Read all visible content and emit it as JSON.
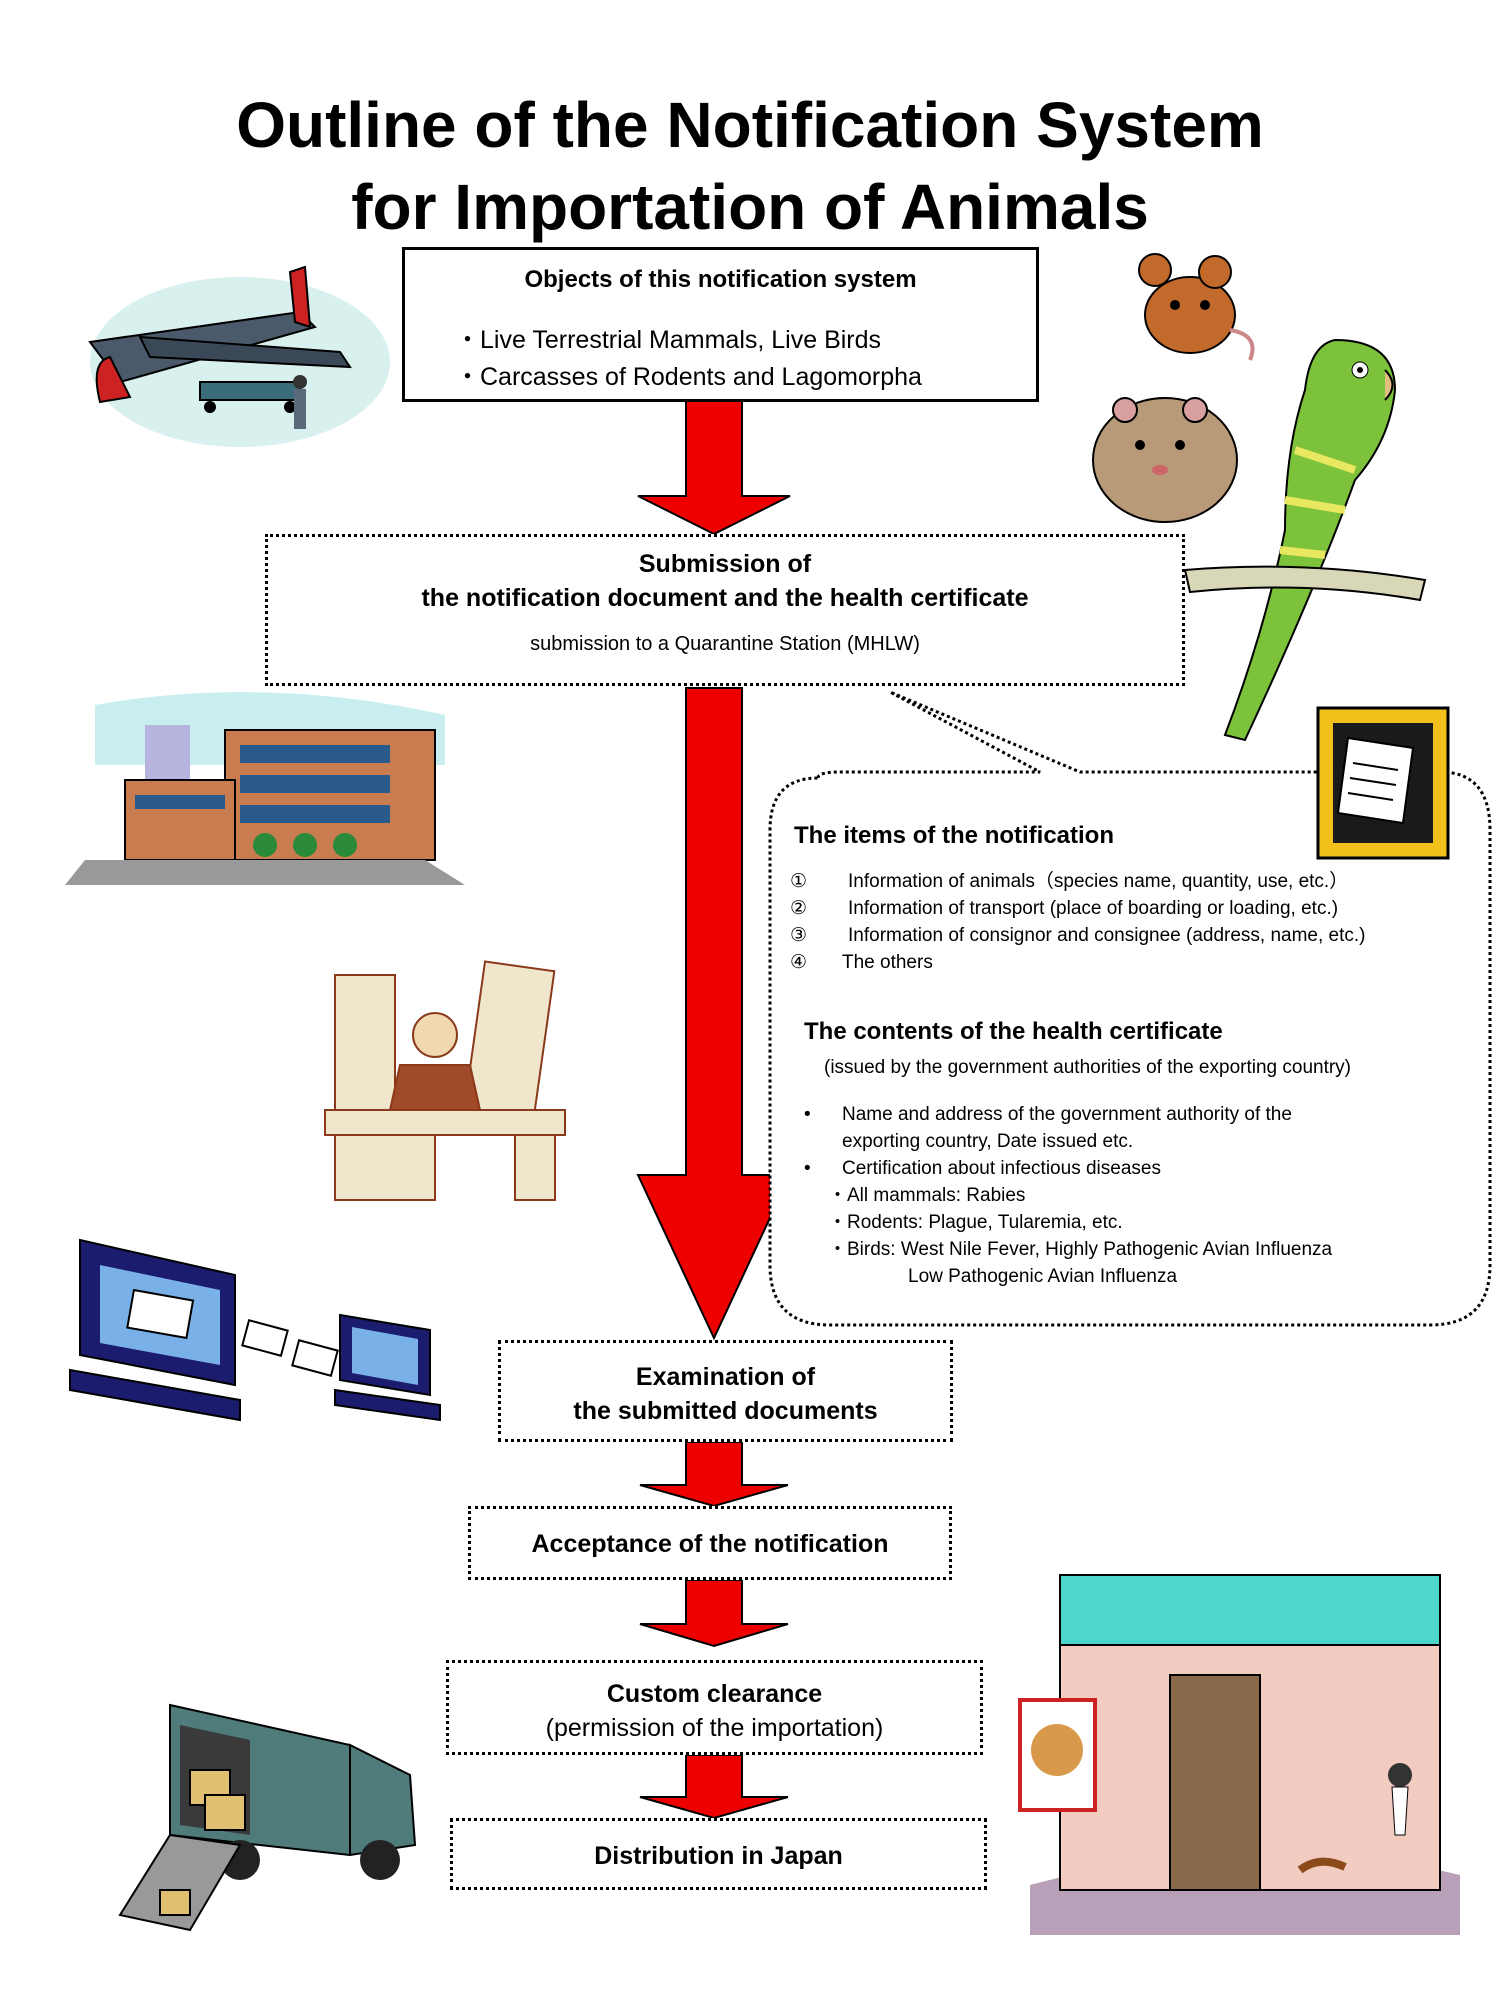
{
  "title_line1": "Outline of the Notification System",
  "title_line2": "for Importation of Animals",
  "objects": {
    "heading": "Objects of this notification system",
    "items": [
      "・Live Terrestrial Mammals, Live Birds",
      "・Carcasses of Rodents and Lagomorpha"
    ]
  },
  "submission": {
    "line1": "Submission of",
    "line2": "the notification document and the health certificate",
    "sub": "submission to a Quarantine Station (MHLW)"
  },
  "notification_items": {
    "heading": "The items of the notification",
    "items": [
      {
        "num": "①",
        "text": "Information of animals（species name, quantity, use, etc.）"
      },
      {
        "num": "②",
        "text": "Information of transport  (place of  boarding or loading, etc.)"
      },
      {
        "num": "③",
        "text": "Information of consignor and consignee (address, name, etc.)"
      },
      {
        "num": "④",
        "text": "The others"
      }
    ]
  },
  "certificate": {
    "heading": "The contents of the health certificate",
    "note": "(issued by the government authorities of the exporting country)",
    "bullet": "•",
    "item1_line1": "Name and address of the government authority of the",
    "item1_line2": "exporting country, Date issued etc.",
    "item2": "Certification about infectious diseases",
    "diseases": [
      "・All mammals: Rabies",
      "・Rodents: Plague, Tularemia, etc.",
      "・Birds: West Nile Fever, Highly Pathogenic Avian Influenza"
    ],
    "diseases_cont": "Low Pathogenic Avian Influenza"
  },
  "examination": {
    "line1": "Examination of",
    "line2": "the submitted documents"
  },
  "acceptance": {
    "label": "Acceptance of the notification"
  },
  "custom": {
    "line1": "Custom clearance",
    "line2": "(permission of the importation)"
  },
  "distribution": {
    "label": "Distribution in Japan"
  },
  "colors": {
    "arrow": "#ee0000",
    "parrot": "#7cc23a",
    "building": "#c87c4f",
    "monitor": "#1c1c6e",
    "truck": "#4f7b7b",
    "shop_awning": "#4fd6cc"
  }
}
